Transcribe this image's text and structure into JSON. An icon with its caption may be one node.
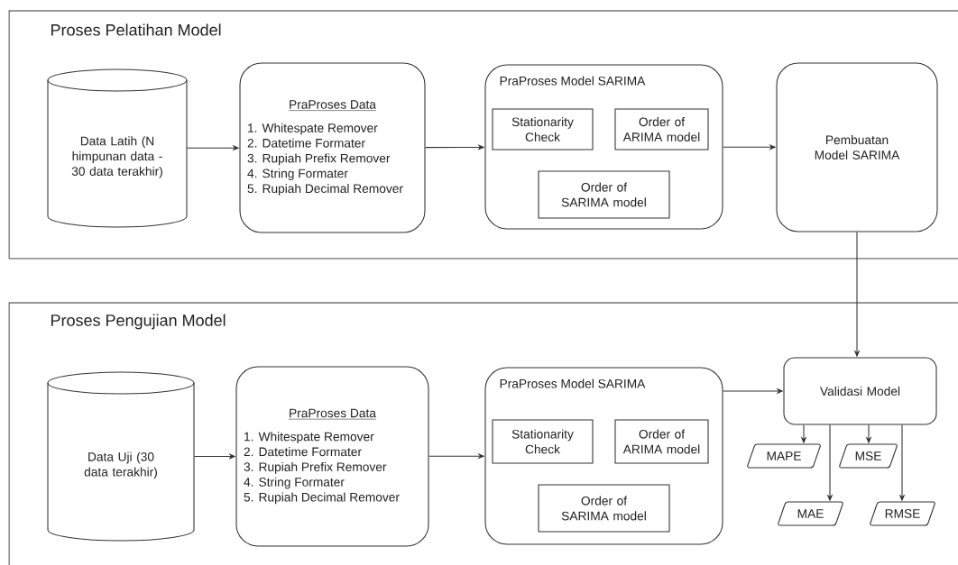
{
  "diagram": {
    "nodes": [
      {
        "text": [
          "Proses Pelatihan Model"
        ]
      },
      {
        "text": [
          "Data Latih (N himpunan data - 30 data terakhir)"
        ],
        "in": 0
      },
      {
        "text": [
          "PraProses Data",
          "1. Whitespate Remover",
          "2. Datetime Formater",
          "3. Rupiah Prefix Remover",
          "4. String Formater",
          "5. Rupiah Decimal Remover"
        ],
        "in": 0
      },
      {
        "text": [
          "PraProses Model SARIMA"
        ],
        "in": 0
      },
      {
        "text": [
          "Stationarity Check"
        ],
        "in": 3
      },
      {
        "text": [
          "Order of ARIMA model"
        ],
        "in": 3
      },
      {
        "text": [
          "Order of SARIMA model"
        ],
        "in": 3
      },
      {
        "text": [
          "Pembuatan Model SARIMA"
        ],
        "in": 0
      },
      {
        "text": [
          "Proses Pengujian Model"
        ]
      },
      {
        "text": [
          "Data Uji (30 data terakhir)"
        ],
        "in": 8
      },
      {
        "text": [
          "PraProses Data",
          "1. Whitespate Remover",
          "2. Datetime Formater",
          "3. Rupiah Prefix Remover",
          "4. String Formater",
          "5. Rupiah Decimal Remover"
        ],
        "in": 8
      },
      {
        "text": [
          "PraProses Model SARIMA"
        ],
        "in": 8
      },
      {
        "text": [
          "Stationarity Check"
        ],
        "in": 11
      },
      {
        "text": [
          "Order of ARIMA model"
        ],
        "in": 11
      },
      {
        "text": [
          "Order of SARIMA model"
        ],
        "in": 11
      },
      {
        "text": [
          "Validasi Model"
        ],
        "in": 8
      },
      {
        "text": [
          "MAPE"
        ],
        "in": 8
      },
      {
        "text": [
          "MSE"
        ],
        "in": 8
      },
      {
        "text": [
          "MAE"
        ],
        "in": 8
      },
      {
        "text": [
          "RMSE"
        ],
        "in": 8
      }
    ],
    "edges": [
      {
        "from": 1,
        "to": 2,
        "arrow": "to"
      },
      {
        "from": 2,
        "to": 3,
        "arrow": "to"
      },
      {
        "from": 3,
        "to": 7,
        "arrow": "to"
      },
      {
        "from": 7,
        "to": 15,
        "arrow": "to"
      },
      {
        "from": 9,
        "to": 10,
        "arrow": "to"
      },
      {
        "from": 10,
        "to": 11,
        "arrow": "to"
      },
      {
        "from": 11,
        "to": 15,
        "arrow": "to"
      },
      {
        "from": 15,
        "to": 16,
        "arrow": "to"
      },
      {
        "from": 15,
        "to": 17,
        "arrow": "to"
      },
      {
        "from": 15,
        "to": 18,
        "arrow": "to"
      },
      {
        "from": 15,
        "to": 19,
        "arrow": "to"
      }
    ]
  }
}
